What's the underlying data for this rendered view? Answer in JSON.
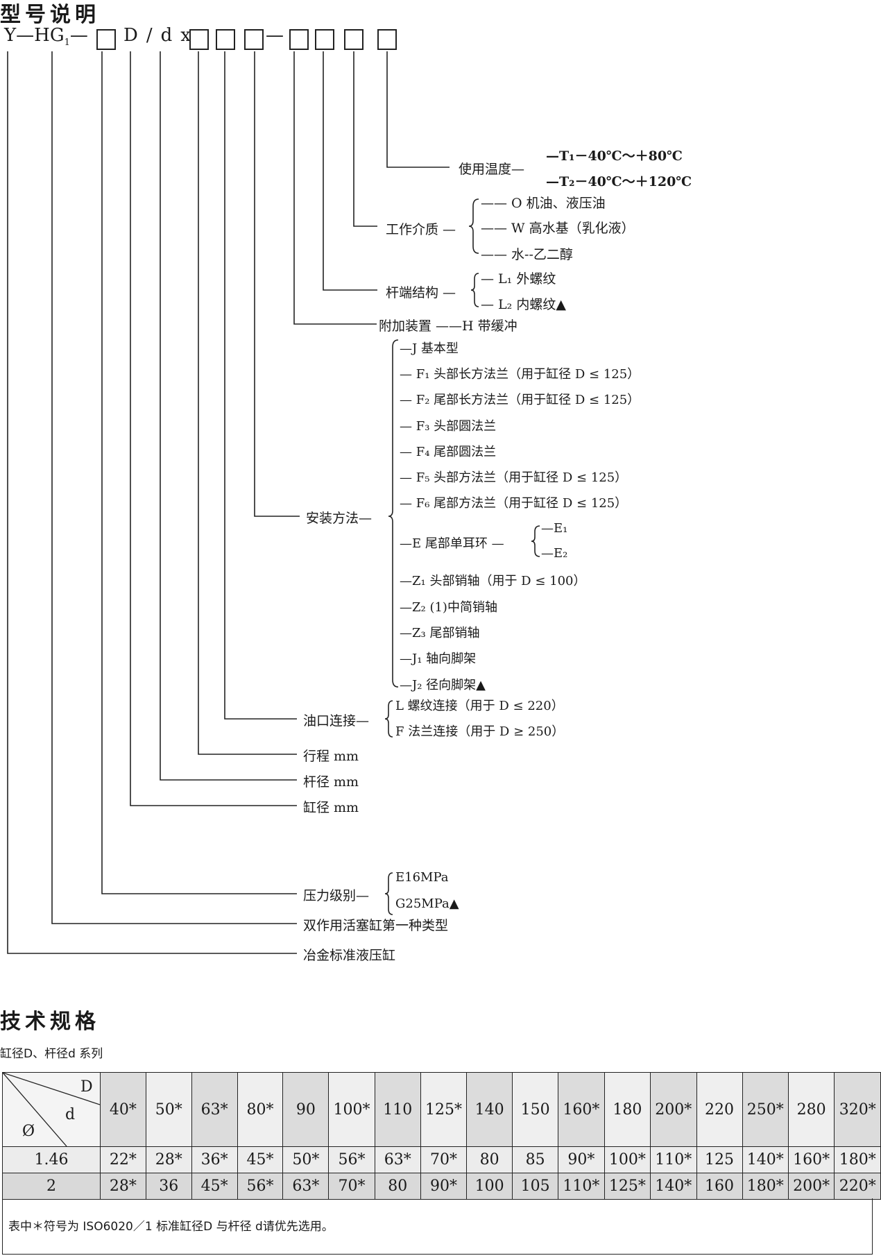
{
  "model_section": {
    "heading": "型号说明",
    "code": {
      "prefix": "Y—HG",
      "subscript": "1",
      "dash1": "—",
      "middle": "D/dx",
      "dash2": "—"
    }
  },
  "branches": {
    "temperature": {
      "label": "使用温度—",
      "options": [
        "—T₁－40℃～＋80℃",
        "—T₂－40℃～＋120℃"
      ]
    },
    "medium": {
      "label": "工作介质 —",
      "options": [
        "—— O 机油、液压油",
        "—— W 高水基（乳化液）",
        "—— 水--乙二醇"
      ]
    },
    "rod_end": {
      "label": "杆端结构 —",
      "options": [
        "— L₁ 外螺纹",
        "— L₂ 内螺纹▲"
      ]
    },
    "accessory": {
      "label": "附加装置 ——H 带缓冲"
    },
    "mounting": {
      "label": "安装方法—",
      "options": [
        "—J 基本型",
        "— F₁ 头部长方法兰（用于缸径 D ≤ 125）",
        "— F₂ 尾部长方法兰（用于缸径 D ≤ 125）",
        "— F₃ 头部圆法兰",
        "— F₄ 尾部圆法兰",
        "— F₅ 头部方法兰（用于缸径 D ≤ 125）",
        "— F₆ 尾部方法兰（用于缸径 D ≤ 125）",
        "—E 尾部单耳环 —",
        "—Z₁ 头部销轴（用于 D ≤ 100）",
        "—Z₂ (1)中简销轴",
        "—Z₃ 尾部销轴",
        "—J₁ 轴向脚架",
        "—J₂ 径向脚架▲"
      ],
      "sub_options": [
        "—E₁",
        "—E₂"
      ]
    },
    "port": {
      "label": "油口连接—",
      "options": [
        "L 螺纹连接（用于 D ≤ 220）",
        "F 法兰连接（用于 D ≥ 250）"
      ]
    },
    "stroke": {
      "label": "行程 mm"
    },
    "rod": {
      "label": "杆径 mm"
    },
    "bore": {
      "label": "缸径 mm"
    },
    "pressure": {
      "label": "压力级别—",
      "options": [
        "E16MPa",
        "G25MPa▲"
      ]
    },
    "type": {
      "label": "双作用活塞缸第一种类型"
    },
    "standard": {
      "label": "冶金标准液压缸"
    }
  },
  "spec_section": {
    "heading": "技术规格",
    "subtitle": "缸径D、杆径d 系列",
    "table": {
      "corner": {
        "top": "D",
        "middle": "d",
        "bottom": "Ø"
      },
      "columns": [
        "40*",
        "50*",
        "63*",
        "80*",
        "90",
        "100*",
        "110",
        "125*",
        "140",
        "150",
        "160*",
        "180",
        "200*",
        "220",
        "250*",
        "280",
        "320*"
      ],
      "rows": [
        {
          "ratio": "1.46",
          "values": [
            "22*",
            "28*",
            "36*",
            "45*",
            "50*",
            "56*",
            "63*",
            "70*",
            "80",
            "85",
            "90*",
            "100*",
            "110*",
            "125",
            "140*",
            "160*",
            "180*"
          ]
        },
        {
          "ratio": "2",
          "values": [
            "28*",
            "36",
            "45*",
            "56*",
            "63*",
            "70*",
            "80",
            "90*",
            "100",
            "105",
            "110*",
            "125*",
            "140*",
            "160",
            "180*",
            "200*",
            "220*"
          ]
        }
      ],
      "note": "表中＊符号为 ISO6020／1 标准缸径D 与杆径 d请优先选用。"
    }
  }
}
